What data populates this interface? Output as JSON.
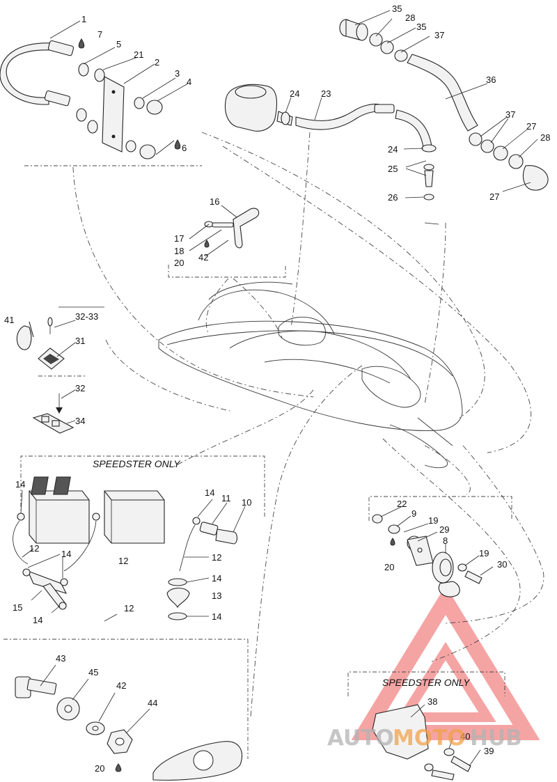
{
  "sections": {
    "speedster_only_battery": "SPEEDSTER ONLY",
    "speedster_only_bracket": "SPEEDSTER ONLY"
  },
  "callouts": [
    {
      "id": "c1",
      "text": "1"
    },
    {
      "id": "c7",
      "text": "7"
    },
    {
      "id": "c5",
      "text": "5"
    },
    {
      "id": "c21",
      "text": "21"
    },
    {
      "id": "c2",
      "text": "2"
    },
    {
      "id": "c3",
      "text": "3"
    },
    {
      "id": "c4",
      "text": "4"
    },
    {
      "id": "c6",
      "text": "6"
    },
    {
      "id": "c35a",
      "text": "35"
    },
    {
      "id": "c28a",
      "text": "28"
    },
    {
      "id": "c35b",
      "text": "35"
    },
    {
      "id": "c37a",
      "text": "37"
    },
    {
      "id": "c36",
      "text": "36"
    },
    {
      "id": "c24a",
      "text": "24"
    },
    {
      "id": "c23",
      "text": "23"
    },
    {
      "id": "c37b",
      "text": "37"
    },
    {
      "id": "c27a",
      "text": "27"
    },
    {
      "id": "c28b",
      "text": "28"
    },
    {
      "id": "c24b",
      "text": "24"
    },
    {
      "id": "c25",
      "text": "25"
    },
    {
      "id": "c26",
      "text": "26"
    },
    {
      "id": "c27b",
      "text": "27"
    },
    {
      "id": "c16",
      "text": "16"
    },
    {
      "id": "c17",
      "text": "17"
    },
    {
      "id": "c18",
      "text": "18"
    },
    {
      "id": "c20a",
      "text": "20"
    },
    {
      "id": "c42a",
      "text": "42"
    },
    {
      "id": "c41",
      "text": "41"
    },
    {
      "id": "c3233",
      "text": "32-33"
    },
    {
      "id": "c31",
      "text": "31"
    },
    {
      "id": "c32",
      "text": "32"
    },
    {
      "id": "c34",
      "text": "34"
    },
    {
      "id": "c14a",
      "text": "14"
    },
    {
      "id": "c14b",
      "text": "14"
    },
    {
      "id": "c11",
      "text": "11"
    },
    {
      "id": "c10",
      "text": "10"
    },
    {
      "id": "c12a",
      "text": "12"
    },
    {
      "id": "c14c",
      "text": "14"
    },
    {
      "id": "c12b",
      "text": "12"
    },
    {
      "id": "c12c",
      "text": "12"
    },
    {
      "id": "c14d",
      "text": "14"
    },
    {
      "id": "c15",
      "text": "15"
    },
    {
      "id": "c13",
      "text": "13"
    },
    {
      "id": "c14e",
      "text": "14"
    },
    {
      "id": "c12d",
      "text": "12"
    },
    {
      "id": "c14f",
      "text": "14"
    },
    {
      "id": "c22",
      "text": "22"
    },
    {
      "id": "c9",
      "text": "9"
    },
    {
      "id": "c19a",
      "text": "19"
    },
    {
      "id": "c29",
      "text": "29"
    },
    {
      "id": "c8",
      "text": "8"
    },
    {
      "id": "c20b",
      "text": "20"
    },
    {
      "id": "c19b",
      "text": "19"
    },
    {
      "id": "c30",
      "text": "30"
    },
    {
      "id": "c43",
      "text": "43"
    },
    {
      "id": "c45",
      "text": "45"
    },
    {
      "id": "c42b",
      "text": "42"
    },
    {
      "id": "c44",
      "text": "44"
    },
    {
      "id": "c20c",
      "text": "20"
    },
    {
      "id": "c38",
      "text": "38"
    },
    {
      "id": "c40",
      "text": "40"
    },
    {
      "id": "c39",
      "text": "39"
    }
  ],
  "watermark": {
    "auto": "AUTO",
    "moto": "MOTO",
    "hub": "HUB",
    "color_gray": "#b3b3b3",
    "color_orange": "#f2a24a",
    "color_red": "#ee5a5a"
  }
}
